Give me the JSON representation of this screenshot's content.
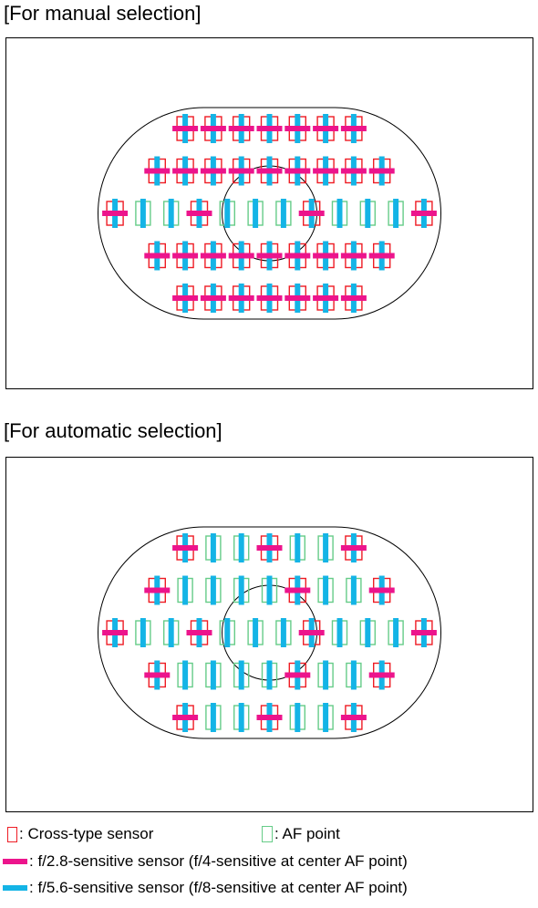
{
  "headings": {
    "manual": "[For manual selection]",
    "automatic": "[For automatic selection]"
  },
  "colors": {
    "cross_type": "#ee1c24",
    "af_point": "#66cc88",
    "f28_sensitive": "#ec148c",
    "f56_sensitive": "#14b4e6",
    "outline": "#000000"
  },
  "legend": {
    "cross_type": ": Cross-type sensor",
    "af_point": ": AF point",
    "f28": ": f/2.8-sensitive sensor (f/4-sensitive at center AF point)",
    "f56": ": f/5.6-sensitive sensor (f/8-sensitive at center AF point)"
  },
  "diagrams": {
    "manual": {
      "rows": [
        "xxxxxxx",
        "xxxxxxxxx",
        "xvvxvvvxvvvx",
        "xxxxxxxxx",
        "xxxxxxx"
      ]
    },
    "automatic": {
      "rows": [
        "xvvxvvx",
        "xvvvvxvvx",
        "xvvxvvvxvvvx",
        "xvvvvxvvx",
        "xvvxvvx"
      ]
    }
  }
}
